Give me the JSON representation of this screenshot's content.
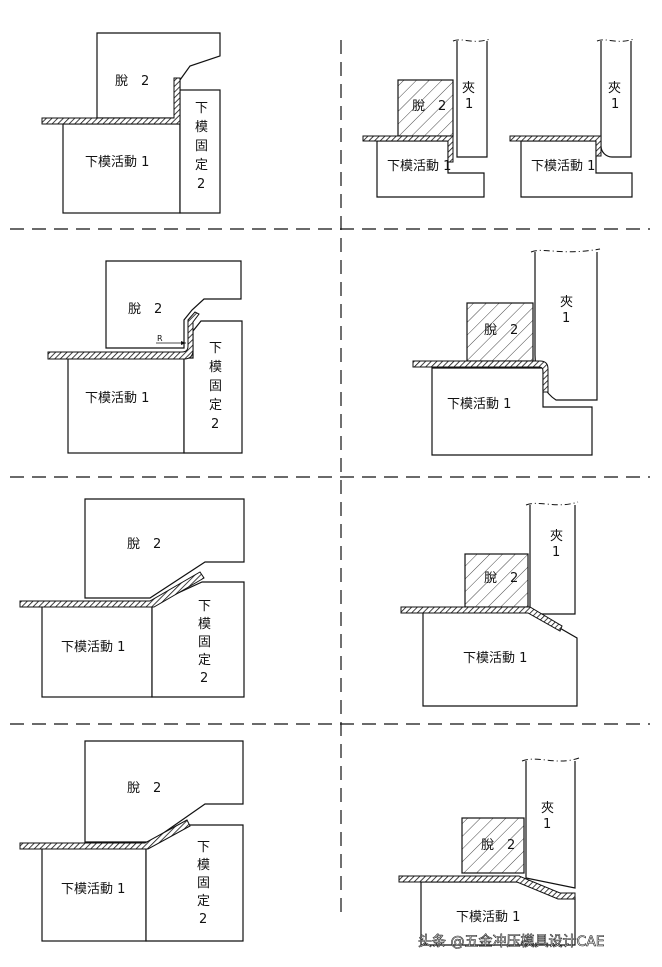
{
  "labels": {
    "stripper": "脫　2",
    "lower_die_moving": "下模活動 1",
    "lower_die_fixed": [
      "下",
      "模",
      "固",
      "定",
      "2"
    ],
    "clamp": [
      "夾",
      "1"
    ],
    "radius": "R"
  },
  "panels": [
    {
      "id": "p1-left",
      "stage": 1,
      "side": "left"
    },
    {
      "id": "p1-right",
      "stage": 1,
      "side": "right"
    },
    {
      "id": "p2-left",
      "stage": 2,
      "side": "left"
    },
    {
      "id": "p2-right",
      "stage": 2,
      "side": "right"
    },
    {
      "id": "p3-left",
      "stage": 3,
      "side": "left"
    },
    {
      "id": "p3-right",
      "stage": 3,
      "side": "right"
    },
    {
      "id": "p4-left",
      "stage": 4,
      "side": "left"
    },
    {
      "id": "p4-right",
      "stage": 4,
      "side": "right"
    }
  ],
  "watermark": "头条 @五金冲压模具设计CAE",
  "colors": {
    "line": "#111111",
    "background": "#ffffff"
  }
}
